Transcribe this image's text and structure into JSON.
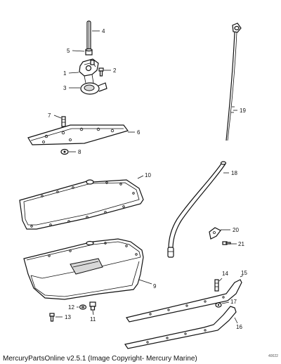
{
  "callouts": {
    "c1": "1",
    "c2": "2",
    "c3": "3",
    "c4": "4",
    "c5": "5",
    "c6": "6",
    "c7": "7",
    "c8": "8",
    "c9": "9",
    "c10": "10",
    "c11": "11",
    "c12": "12",
    "c13": "13",
    "c14": "14",
    "c15": "15",
    "c16": "16",
    "c17": "17",
    "c18": "18",
    "c19": "19",
    "c20": "20",
    "c21": "21"
  },
  "footer": {
    "caption": "MercuryPartsOnline v2.5.1 (Image Copyright- Mercury Marine)",
    "figure_ref": "40022"
  }
}
